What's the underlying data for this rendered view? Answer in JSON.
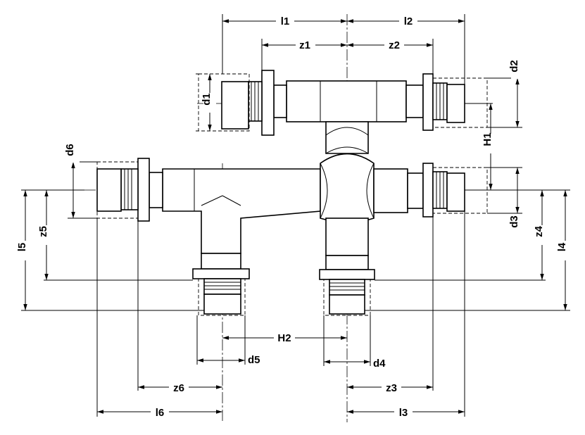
{
  "diagram": {
    "line_color": "#000000",
    "background": "#ffffff",
    "labels": {
      "l1": "l1",
      "l2": "l2",
      "z1": "z1",
      "z2": "z2",
      "d1": "d1",
      "d2": "d2",
      "d3": "d3",
      "d4": "d4",
      "d5": "d5",
      "d6": "d6",
      "H1": "H1",
      "H2": "H2",
      "z3": "z3",
      "z4": "z4",
      "z5": "z5",
      "z6": "z6",
      "l3": "l3",
      "l4": "l4",
      "l5": "l5",
      "l6": "l6"
    }
  }
}
